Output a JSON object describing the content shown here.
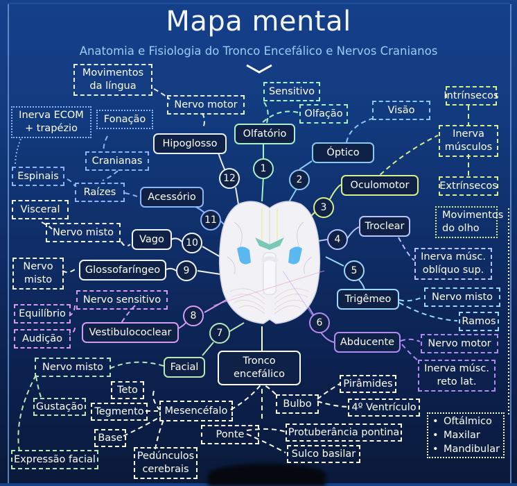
{
  "header": {
    "title": "Mapa mental",
    "subtitle": "Anatomia e Fisiologia do Tronco Encefálico e Nervos Cranianos"
  },
  "colors": {
    "background": "#123a7e",
    "n1": "#a8f0c8",
    "n2": "#8cc8f0",
    "n3": "#d8f08a",
    "n4": "#b8c4f8",
    "n5": "#9cd8f8",
    "n6": "#b08cf0",
    "n7": "#b8e8b8",
    "n8": "#d49cf0",
    "n9": "#f0f4ff",
    "n10": "#f0f4ff",
    "n11": "#8cb4f8",
    "n12": "#e8f0ff"
  },
  "nerves": [
    {
      "num": "1",
      "name": "Olfatório",
      "details": [
        "Sensitivo",
        "Olfação"
      ]
    },
    {
      "num": "2",
      "name": "Óptico",
      "details": [
        "Visão"
      ]
    },
    {
      "num": "3",
      "name": "Oculomotor",
      "details": [
        "Inerva músculos",
        "Intrínsecos",
        "Extrínsecos",
        "Movimentos do olho"
      ]
    },
    {
      "num": "4",
      "name": "Troclear",
      "details": [
        "Inerva músc. oblíquo sup."
      ]
    },
    {
      "num": "5",
      "name": "Trigêmeo",
      "details": [
        "Nervo misto",
        "Ramos"
      ],
      "ramos": [
        "Oftálmico",
        "Maxilar",
        "Mandibular"
      ]
    },
    {
      "num": "6",
      "name": "Abducente",
      "details": [
        "Nervo motor",
        "Inerva músc. reto lat."
      ]
    },
    {
      "num": "7",
      "name": "Facial",
      "details": [
        "Nervo misto",
        "Gustação",
        "Expressão facial"
      ]
    },
    {
      "num": "8",
      "name": "Vestibulococlear",
      "details": [
        "Nervo sensitivo",
        "Equilíbrio",
        "Audição"
      ]
    },
    {
      "num": "9",
      "name": "Glossofaríngeo",
      "details": [
        "Nervo misto"
      ]
    },
    {
      "num": "10",
      "name": "Vago",
      "details": [
        "Nervo misto",
        "Visceral"
      ]
    },
    {
      "num": "11",
      "name": "Acessório",
      "details": [
        "Raízes",
        "Cranianas",
        "Espinais",
        "Fonação",
        "Inerva ECOM + trapézio"
      ]
    },
    {
      "num": "12",
      "name": "Hipoglosso",
      "details": [
        "Nervo motor",
        "Movimentos da língua"
      ]
    }
  ],
  "labels": {
    "n1_sens": "Sensitivo",
    "n1_olf": "Olfação",
    "n2_vis": "Visão",
    "n3_intr": "Intrínsecos",
    "n3_inerva_1": "Inerva",
    "n3_inerva_2": "músculos",
    "n3_extr": "Extrínsecos",
    "n3_mov_1": "Movimentos",
    "n3_mov_2": "do olho",
    "n4_in_1": "Inerva músc.",
    "n4_in_2": "oblíquo sup.",
    "n5_misto": "Nervo misto",
    "n5_ramos": "Ramos",
    "n6_motor": "Nervo motor",
    "n6_in_1": "Inerva músc.",
    "n6_in_2": "reto lat.",
    "n7_misto": "Nervo misto",
    "n7_gust": "Gustação",
    "n7_expr": "Expressão facial",
    "n8_sens": "Nervo sensitivo",
    "n8_eq": "Equilíbrio",
    "n8_aud": "Audição",
    "n9_misto_1": "Nervo",
    "n9_misto_2": "misto",
    "n10_misto": "Nervo misto",
    "n10_visc": "Visceral",
    "n11_raizes": "Raízes",
    "n11_cran": "Cranianas",
    "n11_esp": "Espinais",
    "n11_fon": "Fonação",
    "n11_ecom_1": "Inerva ECOM",
    "n11_ecom_2": "+ trapézio",
    "n12_motor": "Nervo motor",
    "n12_mov_1": "Movimentos",
    "n12_mov_2": "da língua"
  },
  "tronco": {
    "title_1": "Tronco",
    "title_2": "encefálico",
    "mesencefalo": "Mesencéfalo",
    "mes_parts": [
      "Teto",
      "Tegmento",
      "Base",
      "Pedúnculos",
      "cerebrais"
    ],
    "ponte": "Ponte",
    "ponte_parts": [
      "Protuberância pontina",
      "Sulco basilar"
    ],
    "bulbo": "Bulbo",
    "bulbo_parts": [
      "Pirâmides",
      "4º Ventrículo"
    ]
  }
}
